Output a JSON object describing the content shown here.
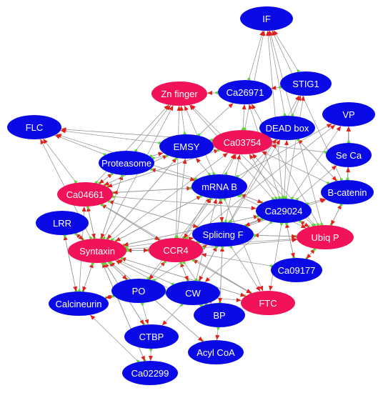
{
  "colors": {
    "hub": "#f2125a",
    "node": "#0a0ae6",
    "edge": "#9a9a9a",
    "arrow_out": "#e0201c",
    "arrow_in": "#5ed23a"
  },
  "nodes": [
    {
      "id": "IF",
      "label": "IF",
      "kind": "node"
    },
    {
      "id": "ZnFinger",
      "label": "Zn finger",
      "kind": "hub"
    },
    {
      "id": "Ca26971",
      "label": "Ca26971",
      "kind": "node"
    },
    {
      "id": "STIG1",
      "label": "STIG1",
      "kind": "node"
    },
    {
      "id": "FLC",
      "label": "FLC",
      "kind": "node"
    },
    {
      "id": "DEADbox",
      "label": "DEAD box",
      "kind": "node"
    },
    {
      "id": "VP",
      "label": "VP",
      "kind": "node"
    },
    {
      "id": "EMSY",
      "label": "EMSY",
      "kind": "node"
    },
    {
      "id": "Ca03754",
      "label": "Ca03754",
      "kind": "hub"
    },
    {
      "id": "Proteasome",
      "label": "Proteasome",
      "kind": "node"
    },
    {
      "id": "SeCa",
      "label": "Se Ca",
      "kind": "node"
    },
    {
      "id": "mRNAB",
      "label": "mRNA B",
      "kind": "node"
    },
    {
      "id": "Ca04661",
      "label": "Ca04661",
      "kind": "hub"
    },
    {
      "id": "Bcatenin",
      "label": "B-catenin",
      "kind": "node"
    },
    {
      "id": "Ca29024",
      "label": "Ca29024",
      "kind": "node"
    },
    {
      "id": "LRR",
      "label": "LRR",
      "kind": "node"
    },
    {
      "id": "SplicingF",
      "label": "Splicing F",
      "kind": "node"
    },
    {
      "id": "UbiqP",
      "label": "Ubiq P",
      "kind": "hub"
    },
    {
      "id": "Syntaxin",
      "label": "Syntaxin",
      "kind": "hub"
    },
    {
      "id": "CCR4",
      "label": "CCR4",
      "kind": "hub"
    },
    {
      "id": "Ca09177",
      "label": "Ca09177",
      "kind": "node"
    },
    {
      "id": "PO",
      "label": "PO",
      "kind": "node"
    },
    {
      "id": "CW",
      "label": "CW",
      "kind": "node"
    },
    {
      "id": "FTC",
      "label": "FTC",
      "kind": "hub"
    },
    {
      "id": "Calcineurin",
      "label": "Calcineurin",
      "kind": "node"
    },
    {
      "id": "BP",
      "label": "BP",
      "kind": "node"
    },
    {
      "id": "CTBP",
      "label": "CTBP",
      "kind": "node"
    },
    {
      "id": "AcylCoA",
      "label": "Acyl CoA",
      "kind": "node"
    },
    {
      "id": "Ca02299",
      "label": "Ca02299",
      "kind": "node"
    }
  ],
  "edges": [
    [
      "Ca26971",
      "IF"
    ],
    [
      "STIG1",
      "IF"
    ],
    [
      "DEADbox",
      "IF"
    ],
    [
      "Ca03754",
      "IF"
    ],
    [
      "Bcatenin",
      "IF"
    ],
    [
      "UbiqP",
      "IF"
    ],
    [
      "Ca29024",
      "IF"
    ],
    [
      "Ca26971",
      "ZnFinger"
    ],
    [
      "EMSY",
      "ZnFinger"
    ],
    [
      "Proteasome",
      "ZnFinger"
    ],
    [
      "Ca04661",
      "ZnFinger"
    ],
    [
      "Syntaxin",
      "ZnFinger"
    ],
    [
      "CCR4",
      "ZnFinger"
    ],
    [
      "Ca29024",
      "ZnFinger"
    ],
    [
      "mRNAB",
      "ZnFinger"
    ],
    [
      "UbiqP",
      "ZnFinger"
    ],
    [
      "STIG1",
      "Ca26971"
    ],
    [
      "Ca03754",
      "Ca26971"
    ],
    [
      "EMSY",
      "Ca26971"
    ],
    [
      "Ca29024",
      "Ca26971"
    ],
    [
      "UbiqP",
      "Ca26971"
    ],
    [
      "DEADbox",
      "STIG1"
    ],
    [
      "Ca29024",
      "STIG1"
    ],
    [
      "SplicingF",
      "STIG1"
    ],
    [
      "EMSY",
      "FLC"
    ],
    [
      "Proteasome",
      "FLC"
    ],
    [
      "Ca04661",
      "FLC"
    ],
    [
      "Syntaxin",
      "FLC"
    ],
    [
      "mRNAB",
      "FLC"
    ],
    [
      "Ca03754",
      "FLC"
    ],
    [
      "Ca29024",
      "DEADbox"
    ],
    [
      "Bcatenin",
      "DEADbox"
    ],
    [
      "SplicingF",
      "DEADbox"
    ],
    [
      "CCR4",
      "DEADbox"
    ],
    [
      "SeCa",
      "VP"
    ],
    [
      "Bcatenin",
      "VP"
    ],
    [
      "Ca29024",
      "VP"
    ],
    [
      "mRNAB",
      "VP"
    ],
    [
      "CCR4",
      "VP"
    ],
    [
      "Proteasome",
      "EMSY"
    ],
    [
      "Ca04661",
      "EMSY"
    ],
    [
      "Syntaxin",
      "EMSY"
    ],
    [
      "CCR4",
      "EMSY"
    ],
    [
      "mRNAB",
      "EMSY"
    ],
    [
      "EMSY",
      "Ca03754"
    ],
    [
      "Proteasome",
      "Ca03754"
    ],
    [
      "mRNAB",
      "Ca03754"
    ],
    [
      "Ca29024",
      "Ca03754"
    ],
    [
      "UbiqP",
      "Ca03754"
    ],
    [
      "SplicingF",
      "Ca03754"
    ],
    [
      "Syntaxin",
      "Ca03754"
    ],
    [
      "CCR4",
      "Ca03754"
    ],
    [
      "Ca04661",
      "Ca03754"
    ],
    [
      "SeCa",
      "Ca03754"
    ],
    [
      "Bcatenin",
      "Ca03754"
    ],
    [
      "Ca04661",
      "Proteasome"
    ],
    [
      "Syntaxin",
      "Proteasome"
    ],
    [
      "mRNAB",
      "Proteasome"
    ],
    [
      "Ca29024",
      "SeCa"
    ],
    [
      "Bcatenin",
      "SeCa"
    ],
    [
      "Proteasome",
      "mRNAB"
    ],
    [
      "Ca04661",
      "mRNAB"
    ],
    [
      "Syntaxin",
      "mRNAB"
    ],
    [
      "CCR4",
      "mRNAB"
    ],
    [
      "SplicingF",
      "mRNAB"
    ],
    [
      "PO",
      "mRNAB"
    ],
    [
      "CW",
      "mRNAB"
    ],
    [
      "Ca29024",
      "mRNAB"
    ],
    [
      "Syntaxin",
      "Ca04661"
    ],
    [
      "Calcineurin",
      "Ca04661"
    ],
    [
      "Proteasome",
      "Ca04661"
    ],
    [
      "EMSY",
      "Ca04661"
    ],
    [
      "Ca03754",
      "Ca04661"
    ],
    [
      "SplicingF",
      "Ca04661"
    ],
    [
      "mRNAB",
      "Ca04661"
    ],
    [
      "CCR4",
      "Ca04661"
    ],
    [
      "Ca29024",
      "Bcatenin"
    ],
    [
      "UbiqP",
      "Bcatenin"
    ],
    [
      "SplicingF",
      "Bcatenin"
    ],
    [
      "DEADbox",
      "Bcatenin"
    ],
    [
      "SplicingF",
      "Ca29024"
    ],
    [
      "CCR4",
      "Ca29024"
    ],
    [
      "UbiqP",
      "Ca29024"
    ],
    [
      "Syntaxin",
      "Ca29024"
    ],
    [
      "Ca09177",
      "Ca29024"
    ],
    [
      "mRNAB",
      "Ca29024"
    ],
    [
      "Ca04661",
      "Ca29024"
    ],
    [
      "Syntaxin",
      "LRR"
    ],
    [
      "Calcineurin",
      "LRR"
    ],
    [
      "CCR4",
      "SplicingF"
    ],
    [
      "Syntaxin",
      "SplicingF"
    ],
    [
      "Ca29024",
      "SplicingF"
    ],
    [
      "UbiqP",
      "SplicingF"
    ],
    [
      "PO",
      "SplicingF"
    ],
    [
      "CW",
      "SplicingF"
    ],
    [
      "BP",
      "SplicingF"
    ],
    [
      "mRNAB",
      "SplicingF"
    ],
    [
      "Ca04661",
      "SplicingF"
    ],
    [
      "Ca29024",
      "UbiqP"
    ],
    [
      "SplicingF",
      "UbiqP"
    ],
    [
      "Ca09177",
      "UbiqP"
    ],
    [
      "CCR4",
      "UbiqP"
    ],
    [
      "mRNAB",
      "UbiqP"
    ],
    [
      "Syntaxin",
      "UbiqP"
    ],
    [
      "Bcatenin",
      "UbiqP"
    ],
    [
      "Ca04661",
      "Syntaxin"
    ],
    [
      "LRR",
      "Syntaxin"
    ],
    [
      "PO",
      "Syntaxin"
    ],
    [
      "CW",
      "Syntaxin"
    ],
    [
      "Calcineurin",
      "Syntaxin"
    ],
    [
      "CCR4",
      "Syntaxin"
    ],
    [
      "Proteasome",
      "Syntaxin"
    ],
    [
      "EMSY",
      "Syntaxin"
    ],
    [
      "FTC",
      "Syntaxin"
    ],
    [
      "BP",
      "Syntaxin"
    ],
    [
      "CTBP",
      "Syntaxin"
    ],
    [
      "AcylCoA",
      "Syntaxin"
    ],
    [
      "Ca02299",
      "Syntaxin"
    ],
    [
      "mRNAB",
      "Syntaxin"
    ],
    [
      "Ca29024",
      "Syntaxin"
    ],
    [
      "Syntaxin",
      "CCR4"
    ],
    [
      "PO",
      "CCR4"
    ],
    [
      "CW",
      "CCR4"
    ],
    [
      "FTC",
      "CCR4"
    ],
    [
      "SplicingF",
      "CCR4"
    ],
    [
      "mRNAB",
      "CCR4"
    ],
    [
      "Ca04661",
      "CCR4"
    ],
    [
      "Ca09177",
      "CCR4"
    ],
    [
      "UbiqP",
      "Ca09177"
    ],
    [
      "Ca29024",
      "Ca09177"
    ],
    [
      "Syntaxin",
      "PO"
    ],
    [
      "CCR4",
      "PO"
    ],
    [
      "Calcineurin",
      "PO"
    ],
    [
      "SplicingF",
      "CW"
    ],
    [
      "CCR4",
      "CW"
    ],
    [
      "Ca29024",
      "CW"
    ],
    [
      "CCR4",
      "FTC"
    ],
    [
      "SplicingF",
      "FTC"
    ],
    [
      "Ca29024",
      "FTC"
    ],
    [
      "Syntaxin",
      "FTC"
    ],
    [
      "PO",
      "FTC"
    ],
    [
      "mRNAB",
      "FTC"
    ],
    [
      "Ca04661",
      "FTC"
    ],
    [
      "Syntaxin",
      "Calcineurin"
    ],
    [
      "PO",
      "Calcineurin"
    ],
    [
      "Ca02299",
      "Calcineurin"
    ],
    [
      "LRR",
      "Calcineurin"
    ],
    [
      "SplicingF",
      "BP"
    ],
    [
      "CW",
      "BP"
    ],
    [
      "CCR4",
      "BP"
    ],
    [
      "PO",
      "CTBP"
    ],
    [
      "Syntaxin",
      "CTBP"
    ],
    [
      "CW",
      "CTBP"
    ],
    [
      "BP",
      "AcylCoA"
    ],
    [
      "Syntaxin",
      "AcylCoA"
    ],
    [
      "CTBP",
      "Ca02299"
    ],
    [
      "Syntaxin",
      "Ca02299"
    ]
  ]
}
